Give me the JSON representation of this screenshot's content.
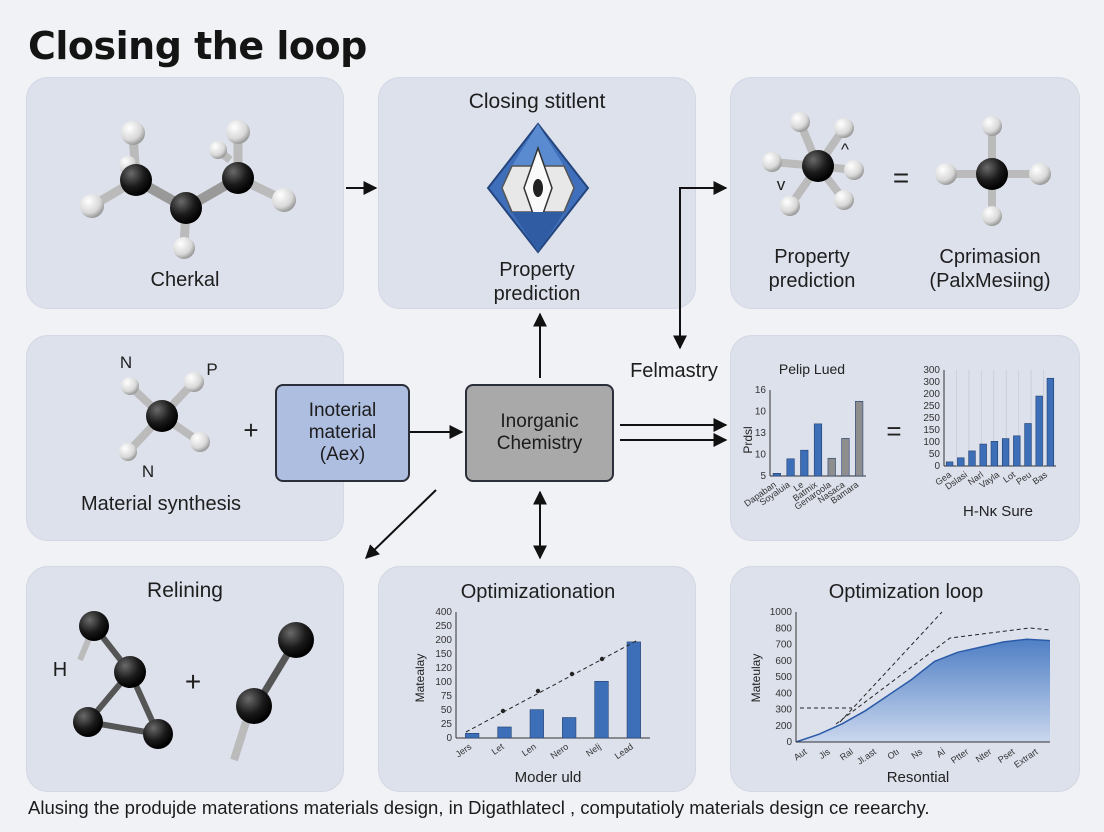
{
  "title": "Closing the loop",
  "caption": "Alusing the produjde materations materials design, in Digathlatecl , computatioly materials design ce reearchy.",
  "panels": {
    "chemical": {
      "label": "Cherkal"
    },
    "center_top": {
      "title": "Closing stitlent",
      "label_line1": "Property",
      "label_line2": "prediction"
    },
    "right_top": {
      "left_line1": "Property",
      "left_line2": "prediction",
      "right_line1": "Cprimasion",
      "right_line2": "(PalxMesiing)",
      "equals": "=",
      "sym_v": "v",
      "sym_caret": "^"
    },
    "synthesis": {
      "label": "Material synthesis",
      "atom_n1": "N",
      "atom_p": "P",
      "atom_n2": "N",
      "plus": "+"
    },
    "refining": {
      "label": "Relining",
      "atom_h": "H",
      "plus": "+"
    }
  },
  "boxes": {
    "inoterial": {
      "line1": "Inoterial",
      "line2": "material",
      "line3": "(Aex)"
    },
    "inorganic": {
      "line1": "Inorganic",
      "line2": "Chemistry"
    },
    "felmastry": "Felmastry"
  },
  "colors": {
    "panel": "#dde1ec",
    "blue_box": "#aebee0",
    "grey_box": "#a9a9a9",
    "bar_blue": "#3d6fb8",
    "bar_grey": "#8e8e8e"
  },
  "chart_data": [
    {
      "type": "bar",
      "title": "Pelip Lued",
      "ylabel": "Prdsl",
      "yticks": [
        "16",
        "10",
        "13",
        "10",
        "5"
      ],
      "categories": [
        "Dapaban",
        "Soyaluia",
        "Le",
        "Batmix",
        "Genaroola",
        "Nasaca",
        "Bamara"
      ],
      "values": [
        0.5,
        3.2,
        4.8,
        9.7,
        3.3,
        7,
        13.9
      ],
      "ylim": [
        0,
        16
      ],
      "bar_colors": [
        "blue",
        "blue",
        "blue",
        "blue",
        "grey",
        "grey",
        "grey"
      ],
      "equals": "="
    },
    {
      "type": "bar",
      "title": "H-Nĸ Sure",
      "yticks": [
        "300",
        "300",
        "200",
        "250",
        "250",
        "150",
        "100",
        "50",
        "0"
      ],
      "categories": [
        "Gea",
        "Dslasi",
        "Narl",
        "Vayla",
        "Lot",
        "Peu",
        "Bas"
      ],
      "values": [
        15,
        30,
        55,
        80,
        90,
        100,
        110,
        155,
        255,
        320
      ],
      "ylim": [
        0,
        350
      ]
    },
    {
      "type": "bar",
      "title": "Optimizationation",
      "ylabel": "Matealay",
      "xlabel": "Moder uld",
      "yticks": [
        "400",
        "250",
        "200",
        "150",
        "120",
        "100",
        "75",
        "50",
        "25",
        "0"
      ],
      "categories": [
        "Jers",
        "Let",
        "Len",
        "Nero",
        "Nelj",
        "Lead"
      ],
      "values": [
        15,
        35,
        90,
        65,
        180,
        305
      ],
      "ylim": [
        0,
        400
      ]
    },
    {
      "type": "area",
      "title": "Optimization  loop",
      "ylabel": "Mateulay",
      "xlabel": "Resontial",
      "yticks": [
        "1000",
        "800",
        "700",
        "600",
        "500",
        "400",
        "300",
        "200",
        "0"
      ],
      "x": [
        "Aut",
        "Jis",
        "Ral",
        "Jl.ast",
        "Otı",
        "Ns",
        "Aİ",
        "Ptter",
        "Nter",
        "Pset",
        "Extrart"
      ],
      "values": [
        0,
        60,
        140,
        240,
        360,
        480,
        620,
        690,
        730,
        770,
        790,
        780
      ],
      "ylim": [
        0,
        1000
      ]
    }
  ]
}
